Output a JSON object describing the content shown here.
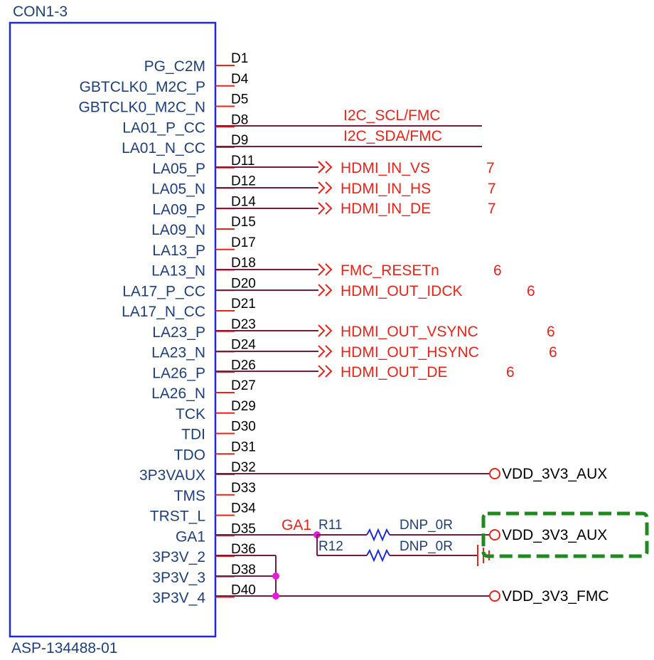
{
  "component": {
    "designator": "CON1-3",
    "part_number": "ASP-134488-01"
  },
  "pins": [
    {
      "name": "PG_C2M",
      "number": "D1"
    },
    {
      "name": "GBTCLK0_M2C_P",
      "number": "D4"
    },
    {
      "name": "GBTCLK0_M2C_N",
      "number": "D5"
    },
    {
      "name": "LA01_P_CC",
      "number": "D8"
    },
    {
      "name": "LA01_N_CC",
      "number": "D9"
    },
    {
      "name": "LA05_P",
      "number": "D11"
    },
    {
      "name": "LA05_N",
      "number": "D12"
    },
    {
      "name": "LA09_P",
      "number": "D14"
    },
    {
      "name": "LA09_N",
      "number": "D15"
    },
    {
      "name": "LA13_P",
      "number": "D17"
    },
    {
      "name": "LA13_N",
      "number": "D18"
    },
    {
      "name": "LA17_P_CC",
      "number": "D20"
    },
    {
      "name": "LA17_N_CC",
      "number": "D21"
    },
    {
      "name": "LA23_P",
      "number": "D23"
    },
    {
      "name": "LA23_N",
      "number": "D24"
    },
    {
      "name": "LA26_P",
      "number": "D26"
    },
    {
      "name": "LA26_N",
      "number": "D27"
    },
    {
      "name": "TCK",
      "number": "D29"
    },
    {
      "name": "TDI",
      "number": "D30"
    },
    {
      "name": "TDO",
      "number": "D31"
    },
    {
      "name": "3P3VAUX",
      "number": "D32"
    },
    {
      "name": "TMS",
      "number": "D33"
    },
    {
      "name": "TRST_L",
      "number": "D34"
    },
    {
      "name": "GA1",
      "number": "D35"
    },
    {
      "name": "3P3V_2",
      "number": "D36"
    },
    {
      "name": "3P3V_3",
      "number": "D38"
    },
    {
      "name": "3P3V_4",
      "number": "D40"
    }
  ],
  "nets": {
    "i2c_scl": "I2C_SCL/FMC",
    "i2c_sda": "I2C_SDA/FMC",
    "hdmi_in_vs": {
      "label": "HDMI_IN_VS",
      "sheet": "7"
    },
    "hdmi_in_hs": {
      "label": "HDMI_IN_HS",
      "sheet": "7"
    },
    "hdmi_in_de": {
      "label": "HDMI_IN_DE",
      "sheet": "7"
    },
    "fmc_resetn": {
      "label": "FMC_RESETn",
      "sheet": "6"
    },
    "hdmi_out_idck": {
      "label": "HDMI_OUT_IDCK",
      "sheet": "6"
    },
    "hdmi_out_vsync": {
      "label": "HDMI_OUT_VSYNC",
      "sheet": "6"
    },
    "hdmi_out_hsync": {
      "label": "HDMI_OUT_HSYNC",
      "sheet": "6"
    },
    "hdmi_out_de": {
      "label": "HDMI_OUT_DE",
      "sheet": "6"
    },
    "ga1": "GA1",
    "vdd_aux_1": "VDD_3V3_AUX",
    "vdd_aux_2": "VDD_3V3_AUX",
    "vdd_fmc": "VDD_3V3_FMC"
  },
  "resistors": [
    {
      "ref": "R11",
      "value": "DNP_0R"
    },
    {
      "ref": "R12",
      "value": "DNP_0R"
    }
  ],
  "colors": {
    "body": "#1e2ad8",
    "pin_line": "#e8231a",
    "wire": "#7a1a3e",
    "junction": "#e81ad8",
    "resistor": "#1e2ad8",
    "highlight": "#1e8a1e"
  }
}
